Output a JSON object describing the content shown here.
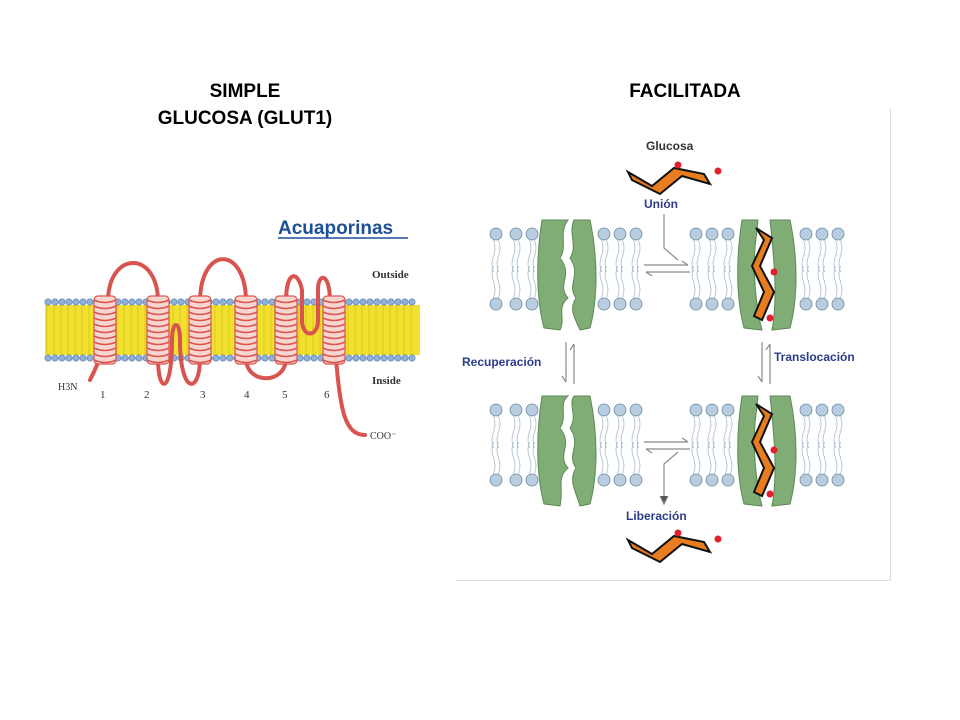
{
  "slide": {
    "left_title": {
      "line1": "SIMPLE",
      "line2": "GLUCOSA (GLUT1)"
    },
    "right_title": "FACILITADA"
  },
  "aquaporin": {
    "title": "Acuaporinas",
    "outside_label": "Outside",
    "inside_label": "Inside",
    "n_terminus": "H3N",
    "c_terminus": "COO⁻",
    "helix_numbers": [
      "1",
      "2",
      "3",
      "4",
      "5",
      "6"
    ],
    "colors": {
      "title": "#1d4f9a",
      "helix": "#d9534f",
      "lipid_tail": "#f2e030",
      "lipid_head": "#8fb0d8"
    }
  },
  "transport_cycle": {
    "labels": {
      "glucose": "Glucosa",
      "binding": "Unión",
      "translocation": "Translocación",
      "release": "Liberación",
      "recovery": "Recuperación"
    },
    "colors": {
      "text": "#2b3d8a",
      "transporter": "#7fad75",
      "glucose": "#e87d1f",
      "oxygen": "#e0202a",
      "lipid_head": "#b8cde0"
    }
  }
}
